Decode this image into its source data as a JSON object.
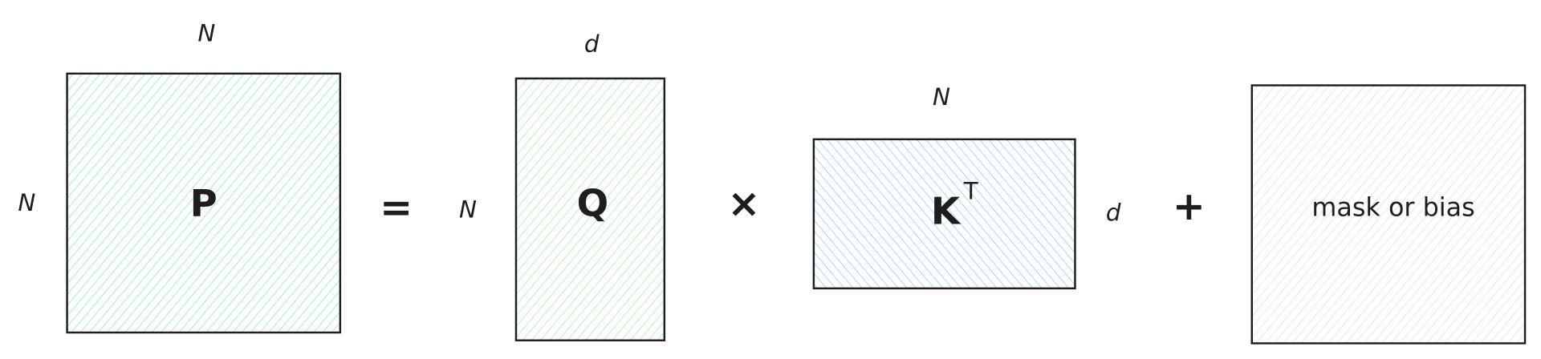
{
  "matrices": {
    "p": {
      "label": "P",
      "top_dim": "N",
      "side_dim": "N",
      "color": "#63e6be"
    },
    "q": {
      "label": "Q",
      "top_dim": "d",
      "side_dim": "N",
      "color": "#8ce99a"
    },
    "kt": {
      "label": "K",
      "superscript": "T",
      "top_dim": "N",
      "side_dim": "d",
      "color": "#74c0fc"
    },
    "mask": {
      "label": "mask or bias",
      "color": "#e6d5cf"
    }
  },
  "operators": {
    "equals": "=",
    "times": "×",
    "plus": "+"
  }
}
